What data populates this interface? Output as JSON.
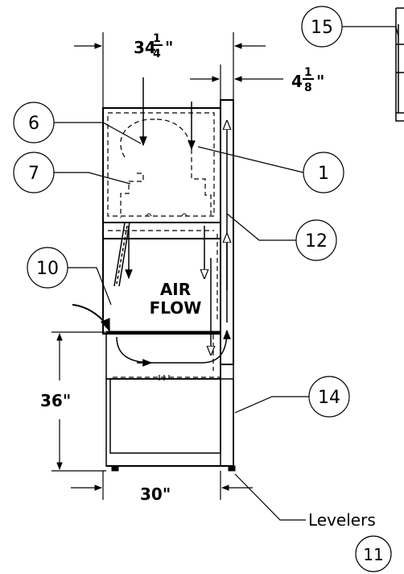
{
  "dimensions": {
    "width_whole": "34",
    "width_num": "1",
    "width_den": "4",
    "width_unit": "\"",
    "side_whole": "4",
    "side_num": "1",
    "side_den": "8",
    "side_unit": "\"",
    "height": "36\"",
    "base_width": "30\""
  },
  "labels": {
    "air": "AIR",
    "flow": "FLOW",
    "levelers": "Levelers"
  },
  "callouts": [
    "15",
    "6",
    "7",
    "1",
    "12",
    "10",
    "14",
    "11"
  ]
}
